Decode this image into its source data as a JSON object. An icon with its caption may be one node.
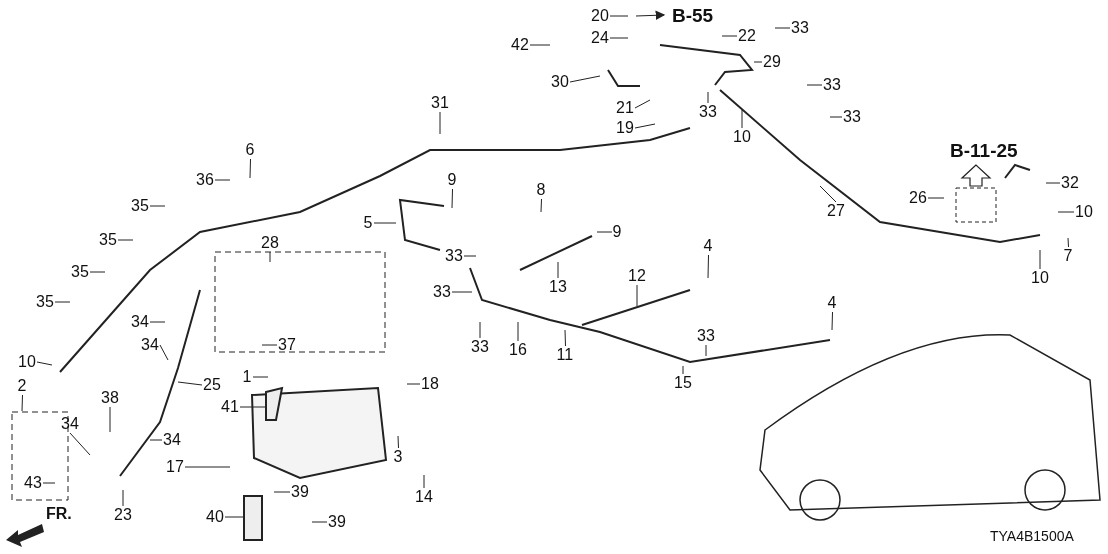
{
  "diagram": {
    "nodes": [
      {
        "text": [
          "20"
        ]
      },
      {
        "text": [
          "24"
        ]
      },
      {
        "text": [
          "22"
        ]
      },
      {
        "text": [
          "33"
        ]
      },
      {
        "text": [
          "42"
        ]
      },
      {
        "text": [
          "30"
        ]
      },
      {
        "text": [
          "29"
        ]
      },
      {
        "text": [
          "21"
        ]
      },
      {
        "text": [
          "19"
        ]
      },
      {
        "text": [
          "33"
        ]
      },
      {
        "text": [
          "33"
        ]
      },
      {
        "text": [
          "33"
        ]
      },
      {
        "text": [
          "31"
        ]
      },
      {
        "text": [
          "10"
        ]
      },
      {
        "text": [
          "6"
        ]
      },
      {
        "text": [
          "36"
        ]
      },
      {
        "text": [
          "9"
        ]
      },
      {
        "text": [
          "8"
        ]
      },
      {
        "text": [
          "27"
        ]
      },
      {
        "text": [
          "26"
        ]
      },
      {
        "text": [
          "32"
        ]
      },
      {
        "text": [
          "35"
        ]
      },
      {
        "text": [
          "10"
        ]
      },
      {
        "text": [
          "5"
        ]
      },
      {
        "text": [
          "9"
        ]
      },
      {
        "text": [
          "4"
        ]
      },
      {
        "text": [
          "7"
        ]
      },
      {
        "text": [
          "35"
        ]
      },
      {
        "text": [
          "28"
        ]
      },
      {
        "text": [
          "33"
        ]
      },
      {
        "text": [
          "12"
        ]
      },
      {
        "text": [
          "10"
        ]
      },
      {
        "text": [
          "35"
        ]
      },
      {
        "text": [
          "13"
        ]
      },
      {
        "text": [
          "33"
        ]
      },
      {
        "text": [
          "35"
        ]
      },
      {
        "text": [
          "4"
        ]
      },
      {
        "text": [
          "34"
        ]
      },
      {
        "text": [
          "37"
        ]
      },
      {
        "text": [
          "33"
        ]
      },
      {
        "text": [
          "16"
        ]
      },
      {
        "text": [
          "11"
        ]
      },
      {
        "text": [
          "33"
        ]
      },
      {
        "text": [
          "34"
        ]
      },
      {
        "text": [
          "25"
        ]
      },
      {
        "text": [
          "10"
        ]
      },
      {
        "text": [
          "1"
        ]
      },
      {
        "text": [
          "18"
        ]
      },
      {
        "text": [
          "15"
        ]
      },
      {
        "text": [
          "2"
        ]
      },
      {
        "text": [
          "38"
        ]
      },
      {
        "text": [
          "41"
        ]
      },
      {
        "text": [
          "34"
        ]
      },
      {
        "text": [
          "34"
        ]
      },
      {
        "text": [
          "3"
        ]
      },
      {
        "text": [
          "17"
        ]
      },
      {
        "text": [
          "43"
        ]
      },
      {
        "text": [
          "14"
        ]
      },
      {
        "text": [
          "39"
        ]
      },
      {
        "text": [
          "23"
        ]
      },
      {
        "text": [
          "40"
        ]
      },
      {
        "text": [
          "39"
        ]
      }
    ],
    "edges": [
      {
        "from": 0,
        "to": null,
        "arrow": "none"
      },
      {
        "from": 1,
        "to": null,
        "arrow": "none"
      },
      {
        "from": 2,
        "to": null,
        "arrow": "none"
      },
      {
        "from": 3,
        "to": null,
        "arrow": "none"
      },
      {
        "from": 4,
        "to": null,
        "arrow": "none"
      },
      {
        "from": 5,
        "to": null,
        "arrow": "none"
      },
      {
        "from": 6,
        "to": null,
        "arrow": "none"
      },
      {
        "from": 7,
        "to": null,
        "arrow": "none"
      },
      {
        "from": 8,
        "to": null,
        "arrow": "none"
      },
      {
        "from": 9,
        "to": null,
        "arrow": "none"
      },
      {
        "from": 10,
        "to": null,
        "arrow": "none"
      },
      {
        "from": 11,
        "to": null,
        "arrow": "none"
      },
      {
        "from": 12,
        "to": null,
        "arrow": "none"
      },
      {
        "from": 13,
        "to": null,
        "arrow": "none"
      },
      {
        "from": 14,
        "to": null,
        "arrow": "none"
      },
      {
        "from": 15,
        "to": null,
        "arrow": "none"
      },
      {
        "from": 16,
        "to": null,
        "arrow": "none"
      },
      {
        "from": 17,
        "to": null,
        "arrow": "none"
      },
      {
        "from": 18,
        "to": null,
        "arrow": "none"
      },
      {
        "from": 19,
        "to": null,
        "arrow": "none"
      },
      {
        "from": 20,
        "to": null,
        "arrow": "none"
      },
      {
        "from": 21,
        "to": null,
        "arrow": "none"
      },
      {
        "from": 22,
        "to": null,
        "arrow": "none"
      },
      {
        "from": 23,
        "to": null,
        "arrow": "none"
      },
      {
        "from": 24,
        "to": null,
        "arrow": "none"
      },
      {
        "from": 25,
        "to": null,
        "arrow": "none"
      },
      {
        "from": 26,
        "to": null,
        "arrow": "none"
      },
      {
        "from": 27,
        "to": null,
        "arrow": "none"
      },
      {
        "from": 28,
        "to": null,
        "arrow": "none"
      },
      {
        "from": 29,
        "to": null,
        "arrow": "none"
      },
      {
        "from": 30,
        "to": null,
        "arrow": "none"
      },
      {
        "from": 31,
        "to": null,
        "arrow": "none"
      },
      {
        "from": 32,
        "to": null,
        "arrow": "none"
      },
      {
        "from": 33,
        "to": null,
        "arrow": "none"
      },
      {
        "from": 34,
        "to": null,
        "arrow": "none"
      },
      {
        "from": 35,
        "to": null,
        "arrow": "none"
      },
      {
        "from": 36,
        "to": null,
        "arrow": "none"
      },
      {
        "from": 37,
        "to": null,
        "arrow": "none"
      },
      {
        "from": 38,
        "to": null,
        "arrow": "none"
      },
      {
        "from": 39,
        "to": null,
        "arrow": "none"
      },
      {
        "from": 40,
        "to": null,
        "arrow": "none"
      },
      {
        "from": 41,
        "to": null,
        "arrow": "none"
      },
      {
        "from": 42,
        "to": null,
        "arrow": "none"
      },
      {
        "from": 43,
        "to": null,
        "arrow": "none"
      },
      {
        "from": 44,
        "to": null,
        "arrow": "none"
      },
      {
        "from": 45,
        "to": null,
        "arrow": "none"
      },
      {
        "from": 46,
        "to": null,
        "arrow": "none"
      },
      {
        "from": 47,
        "to": null,
        "arrow": "none"
      },
      {
        "from": 48,
        "to": null,
        "arrow": "none"
      },
      {
        "from": 49,
        "to": null,
        "arrow": "none"
      },
      {
        "from": 50,
        "to": null,
        "arrow": "none"
      },
      {
        "from": 51,
        "to": null,
        "arrow": "none"
      },
      {
        "from": 52,
        "to": null,
        "arrow": "none"
      },
      {
        "from": 53,
        "to": null,
        "arrow": "none"
      },
      {
        "from": 54,
        "to": null,
        "arrow": "none"
      },
      {
        "from": 55,
        "to": null,
        "arrow": "none"
      },
      {
        "from": 56,
        "to": null,
        "arrow": "none"
      },
      {
        "from": 57,
        "to": null,
        "arrow": "none"
      },
      {
        "from": 58,
        "to": null,
        "arrow": "none"
      },
      {
        "from": 59,
        "to": null,
        "arrow": "none"
      },
      {
        "from": 60,
        "to": null,
        "arrow": "none"
      },
      {
        "from": 61,
        "to": null,
        "arrow": "none"
      }
    ],
    "labels": [
      "B-55",
      "B-11-25",
      "FR.",
      "TYA4B1500A"
    ]
  }
}
